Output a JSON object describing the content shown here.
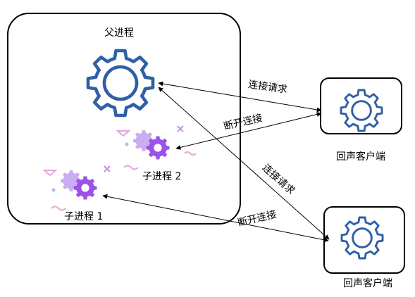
{
  "parent": {
    "label": "父进程"
  },
  "children": [
    {
      "label": "子进程 2"
    },
    {
      "label": "子进程 1"
    }
  ],
  "clients": [
    {
      "label": "回声客户端"
    },
    {
      "label": "回声客户端"
    }
  ],
  "edges": {
    "connect_request_1": "连接请求",
    "disconnect_1": "断开连接",
    "connect_request_2": "连接请求",
    "disconnect_2": "断开连接"
  },
  "colors": {
    "gear_blue": "#2e5fa8",
    "gear_purple": "#9a55e8",
    "gear_purple_light": "#c9aef2",
    "deco_pink": "#e5a3e0",
    "deco_purple": "#c58de8"
  },
  "icons": [
    "gear-icon",
    "gear-icon",
    "gear-icon",
    "gear-icon",
    "gear-icon"
  ]
}
